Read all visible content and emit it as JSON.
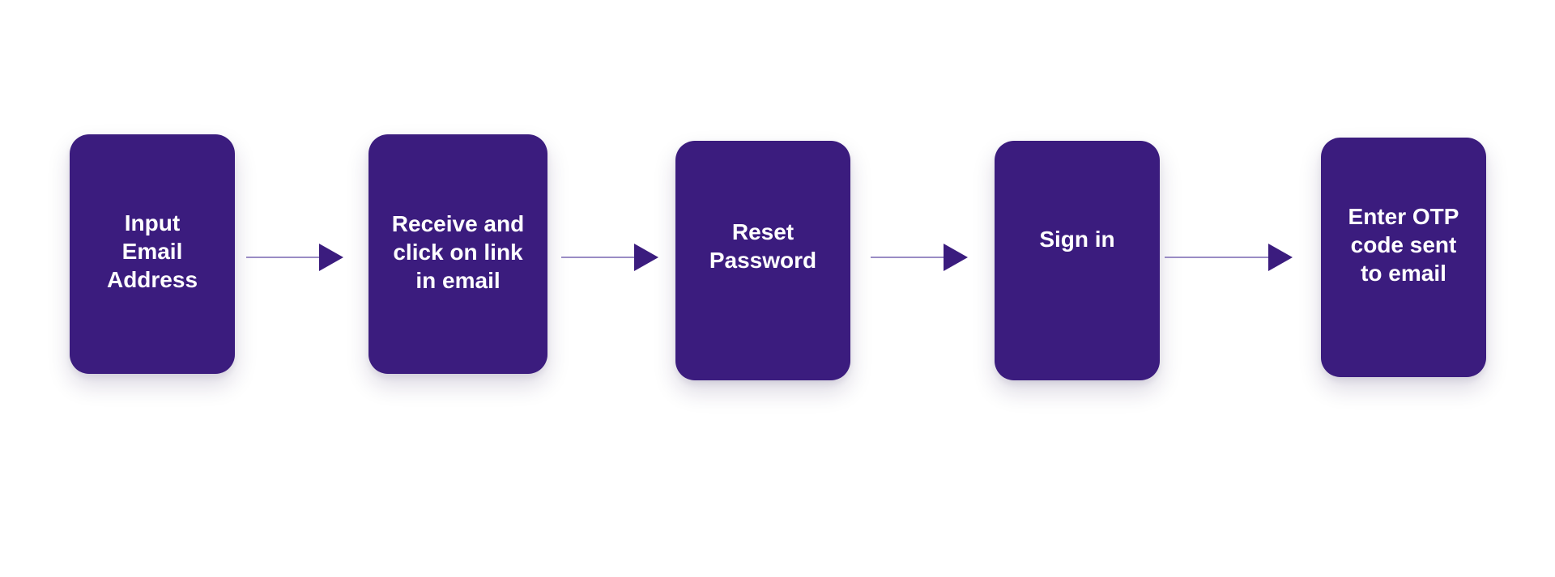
{
  "diagram": {
    "colors": {
      "card_fill": "#3b1c7e",
      "card_text": "#ffffff",
      "arrow_line": "#9a8cc4",
      "arrow_head": "#3b1c7e"
    },
    "steps": [
      {
        "label": "Input\nEmail\nAddress"
      },
      {
        "label": "Receive and\nclick on link\nin email"
      },
      {
        "label": "Reset\nPassword"
      },
      {
        "label": "Sign in"
      },
      {
        "label": "Enter OTP\ncode sent\nto email"
      }
    ]
  }
}
